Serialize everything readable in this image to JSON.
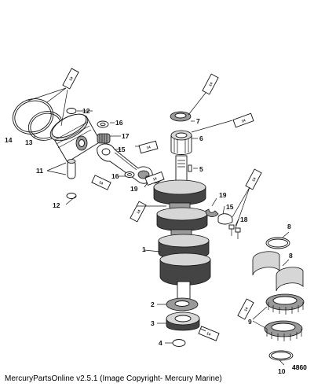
{
  "diagram": {
    "callouts": {
      "c1": "1",
      "c2": "2",
      "c3": "3",
      "c4": "4",
      "c5": "5",
      "c6": "6",
      "c7": "7",
      "c8a": "8",
      "c8b": "8",
      "c9": "9",
      "c10": "10",
      "c11": "11",
      "c12a": "12",
      "c12b": "12",
      "c13": "13",
      "c14": "14",
      "c15a": "15",
      "c15b": "15",
      "c16a": "16",
      "c16b": "16",
      "c17": "17",
      "c18": "18",
      "c19a": "19",
      "c19b": "19"
    },
    "tube_code": "14",
    "reference_number": "4860"
  },
  "footer": {
    "text": "MercuryPartsOnline v2.5.1 (Image Copyright- Mercury Marine)"
  }
}
